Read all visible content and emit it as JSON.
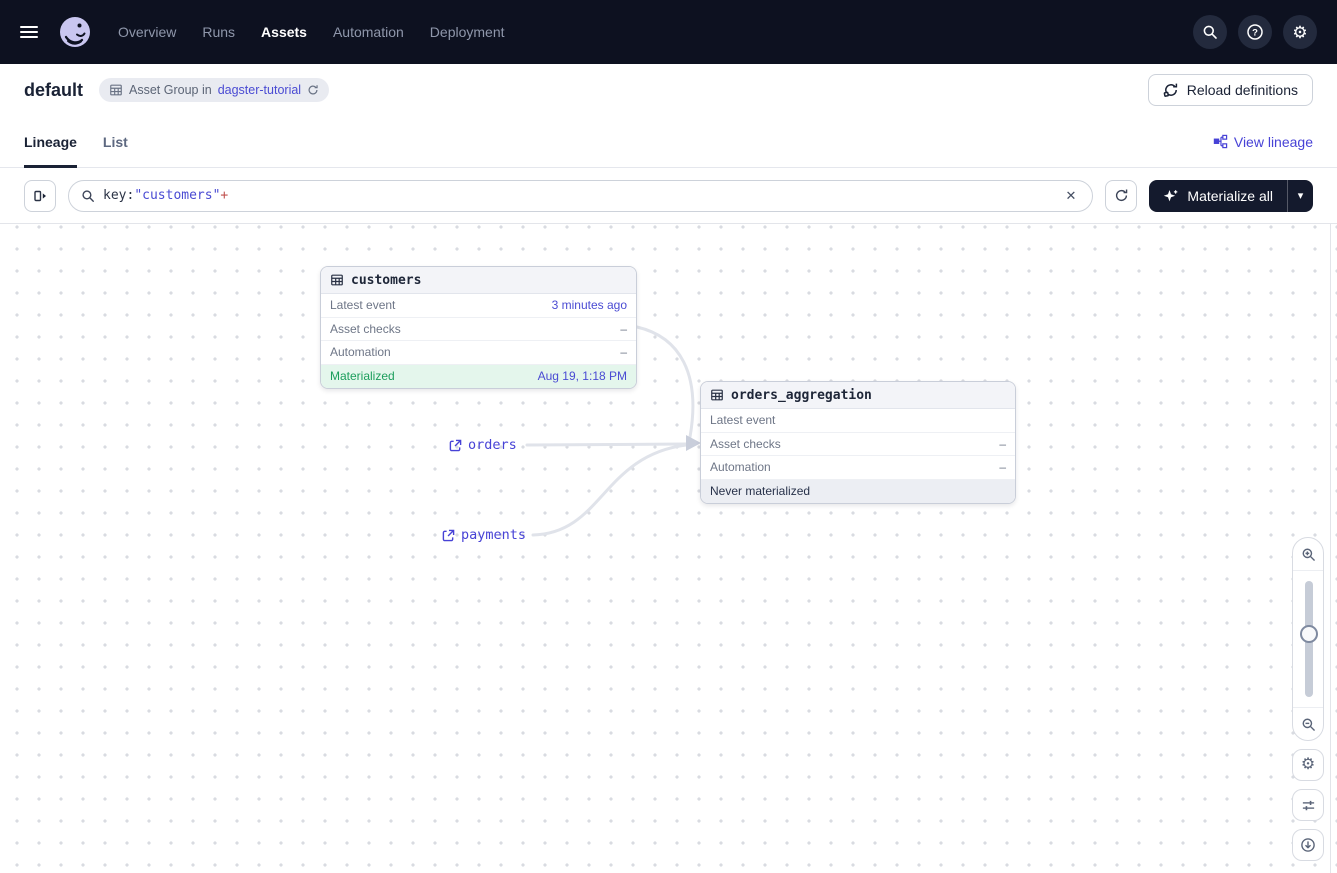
{
  "nav": {
    "items": [
      {
        "label": "Overview",
        "active": false
      },
      {
        "label": "Runs",
        "active": false
      },
      {
        "label": "Assets",
        "active": true
      },
      {
        "label": "Automation",
        "active": false
      },
      {
        "label": "Deployment",
        "active": false
      }
    ]
  },
  "header": {
    "title": "default",
    "badge": {
      "text": "Asset Group in",
      "link": "dagster-tutorial"
    },
    "reload_button": "Reload definitions"
  },
  "tabs": {
    "lineage": "Lineage",
    "list": "List",
    "view_lineage": "View lineage"
  },
  "toolbar": {
    "search": {
      "token_key": "key:",
      "token_value": "\"customers\"",
      "token_op": "+"
    },
    "clear_glyph": "✕",
    "materialize_label": "Materialize all",
    "caret_glyph": "▾"
  },
  "graph": {
    "nodes": [
      {
        "name": "customers",
        "rows": [
          {
            "label": "Latest event",
            "value": "3 minutes ago"
          },
          {
            "label": "Asset checks",
            "value": "–"
          },
          {
            "label": "Automation",
            "value": "–"
          },
          {
            "label": "Materialized",
            "value": "Aug 19, 1:18 PM"
          }
        ]
      },
      {
        "name": "orders_aggregation",
        "rows": [
          {
            "label": "Latest event",
            "value": ""
          },
          {
            "label": "Asset checks",
            "value": "–"
          },
          {
            "label": "Automation",
            "value": "–"
          },
          {
            "label": "Never materialized",
            "value": ""
          }
        ]
      }
    ],
    "external_assets": [
      {
        "label": "orders"
      },
      {
        "label": "payments"
      }
    ]
  },
  "icons": {
    "nav": [
      "search-icon",
      "help-icon",
      "settings-gear-icon"
    ],
    "graph_controls": [
      "zoom-in-icon",
      "zoom-out-icon",
      "gear-icon",
      "adjust-sliders-icon",
      "recenter-icon"
    ]
  },
  "colors": {
    "nav_bg": "#0d1120",
    "link_accent": "#4a4bd3",
    "view_lineage_accent": "#4742d6",
    "materialized_text": "#1c9e5c",
    "materialized_bg": "#e4f6ec",
    "never_materialized_bg": "#eceef3",
    "search_op_red": "#c0504d",
    "edge_gray": "#e0e3ea",
    "materialize_btn_bg": "#141a2d"
  }
}
